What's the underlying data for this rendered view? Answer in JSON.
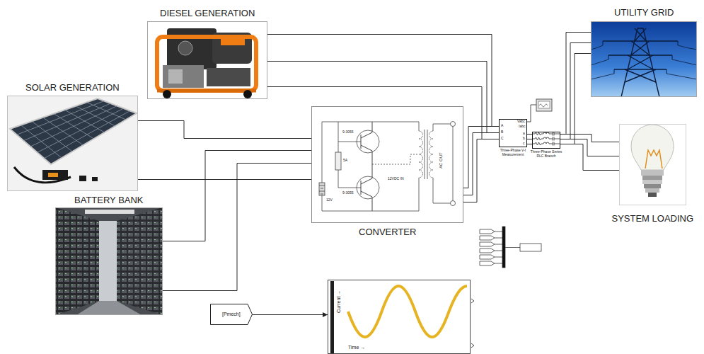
{
  "diagram": {
    "nodes": [
      {
        "text": [
          "DIESEL GENERATION"
        ]
      },
      {
        "text": [
          "UTILITY GRID"
        ]
      },
      {
        "text": [
          "SOLAR GENERATION"
        ]
      },
      {
        "text": [
          "9-3055",
          "5A",
          "9-3055",
          "12V",
          "12VDC IN",
          "AC OUT",
          "CONVERTER"
        ]
      },
      {
        "text": [
          "A",
          "B",
          "C",
          "Vabc",
          "Iabc",
          "a",
          "b",
          "c",
          "Three-Phase V-I Measurement"
        ]
      },
      {
        "text": [
          "Three-Phase Series RLC Branch"
        ]
      },
      {
        "text": [
          "SYSTEM LOADING"
        ]
      },
      {
        "text": [
          "BATTERY BANK"
        ]
      },
      {
        "text": [
          "Current →",
          "Time →"
        ]
      },
      {
        "text": [
          "[Pmech]"
        ]
      }
    ],
    "edges": [
      {
        "from": 0,
        "to": 4,
        "arrow": "none"
      },
      {
        "from": 0,
        "to": 4,
        "arrow": "none"
      },
      {
        "from": 0,
        "to": 4,
        "arrow": "none"
      },
      {
        "from": 2,
        "to": 3,
        "arrow": "none"
      },
      {
        "from": 2,
        "to": 3,
        "arrow": "none"
      },
      {
        "from": 7,
        "to": 3,
        "arrow": "none"
      },
      {
        "from": 7,
        "to": 3,
        "arrow": "none"
      },
      {
        "from": 3,
        "to": 4,
        "arrow": "none"
      },
      {
        "from": 3,
        "to": 4,
        "arrow": "none"
      },
      {
        "from": 3,
        "to": 4,
        "arrow": "none"
      },
      {
        "from": 4,
        "to": 5,
        "arrow": "none"
      },
      {
        "from": 4,
        "to": 5,
        "arrow": "none"
      },
      {
        "from": 4,
        "to": 5,
        "arrow": "none"
      },
      {
        "from": 5,
        "to": 1,
        "arrow": "none"
      },
      {
        "from": 5,
        "to": 1,
        "arrow": "none"
      },
      {
        "from": 5,
        "to": 1,
        "arrow": "none"
      },
      {
        "from": 5,
        "to": 6,
        "arrow": "none"
      },
      {
        "from": 5,
        "to": 6,
        "arrow": "none"
      },
      {
        "from": 5,
        "to": 6,
        "arrow": "none"
      },
      {
        "from": 9,
        "to": 8,
        "arrow": "to"
      }
    ]
  }
}
